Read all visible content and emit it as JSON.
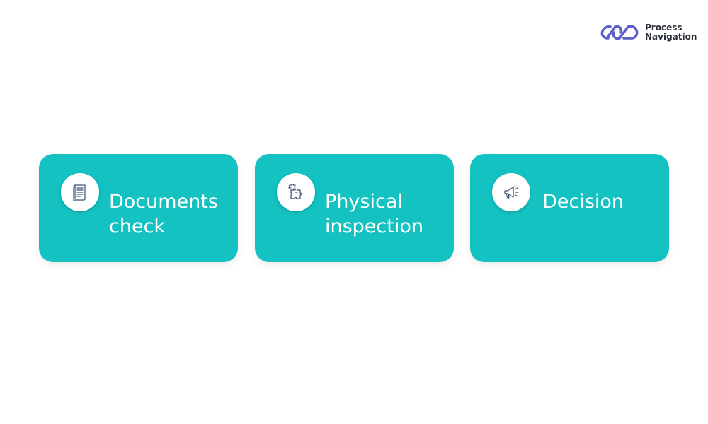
{
  "brand": {
    "line1": "Process",
    "line2": "Navigation",
    "logo_icon": "chain-link-icon",
    "colors": {
      "mark": "#5b5fc7",
      "text": "#2b2f3a"
    }
  },
  "steps": [
    {
      "line1": "Documents",
      "line2": "check",
      "icon": "document-icon"
    },
    {
      "line1": "Physical",
      "line2": "inspection",
      "icon": "puzzle-icon"
    },
    {
      "line1": "Decision",
      "line2": "",
      "icon": "megaphone-icon"
    }
  ],
  "colors": {
    "card": "#13c2c1",
    "card_text": "#ffffff",
    "icon_bg": "#ffffff",
    "icon_stroke": "#3d4f78"
  }
}
